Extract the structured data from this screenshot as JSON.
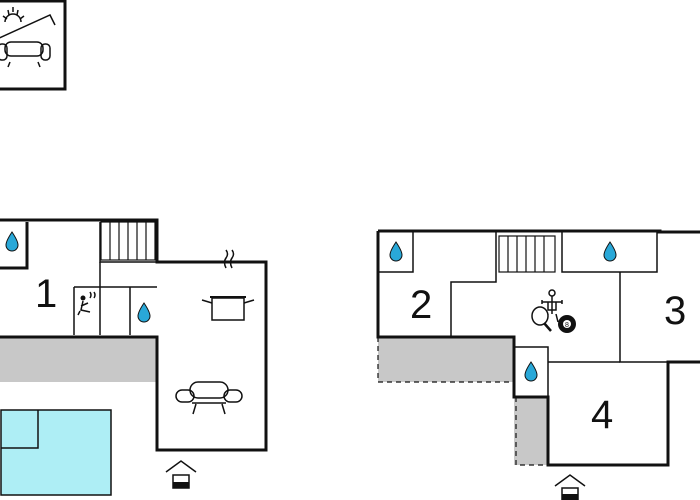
{
  "rooms": [
    {
      "number": "1"
    },
    {
      "number": "2"
    },
    {
      "number": "3"
    },
    {
      "number": "4"
    }
  ],
  "icons": {
    "legend": "sun-sofa-icon",
    "water": "water-drop-icon",
    "kitchen": "cooking-pot-icon",
    "living": "sofa-icon",
    "entrance": "entrance-arrow-icon",
    "games": "table-football-icon",
    "ping_pong": "table-tennis-icon",
    "billiard": "billiard-ball-icon",
    "sauna": "sauna-icon",
    "stairs": "stairs-icon"
  },
  "billiard_ball_label": "8",
  "colors": {
    "wall": "#111111",
    "terrace": "#c8c8c8",
    "pool": "#aeeef5",
    "water_drop": "#29a8d8"
  }
}
